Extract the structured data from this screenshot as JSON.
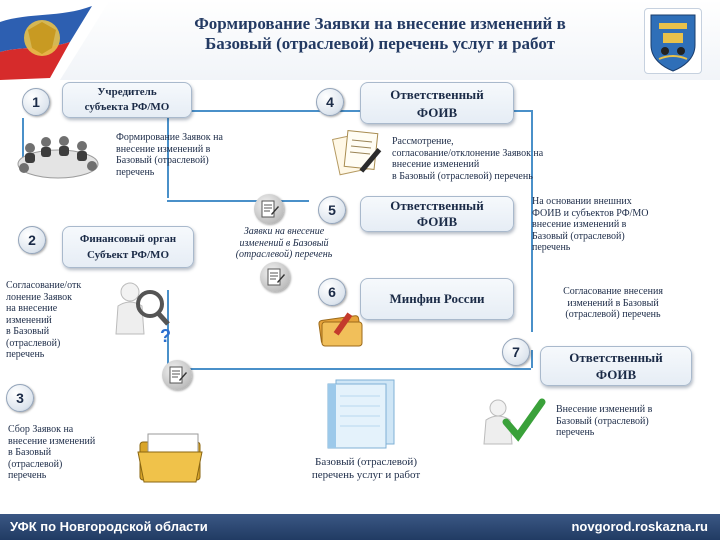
{
  "header": {
    "title_line1": "Формирование Заявки на внесение изменений в",
    "title_line2": "Базовый (отраслевой) перечень услуг и работ"
  },
  "steps": {
    "s1": "1",
    "s2": "2",
    "s3": "3",
    "s4": "4",
    "s5": "5",
    "s6": "6",
    "s7": "7"
  },
  "boxes": {
    "founder_l1": "Учредитель",
    "founder_l2": "субъекта РФ/МО",
    "foiv1_l1": "Ответственный",
    "foiv1_l2": "ФОИВ",
    "finorg_l1": "Финансовый орган",
    "finorg_l2": "Субъект РФ/МО",
    "foiv2_l1": "Ответственный",
    "foiv2_l2": "ФОИВ",
    "minfin": "Минфин России",
    "foiv3_l1": "Ответственный",
    "foiv3_l2": "ФОИВ"
  },
  "texts": {
    "form_requests": [
      "Формирование Заявок на",
      "внесение изменений в",
      "Базовый (отраслевой)",
      "перечень"
    ],
    "review": [
      "Рассмотрение,",
      "согласование/отклонение Заявок на",
      "внесение изменений",
      "в Базовый (отраслевой) перечень"
    ],
    "basis": [
      "На основании внешних",
      "ФОИВ и субъектов РФ/МО",
      "внесение изменений в",
      "Базовый (отраслевой)",
      "перечень"
    ],
    "requests_italic": [
      "Заявки на внесение",
      "изменений в Базовый",
      "(отраслевой) перечень"
    ],
    "approval_left": [
      "Согласование/отк",
      "лонение Заявок",
      "на внесение",
      "изменений",
      "в Базовый",
      "(отраслевой)",
      "перечень"
    ],
    "minfin_approval": [
      "Согласование внесения",
      "изменений в Базовый",
      "(отраслевой) перечень"
    ],
    "collect": [
      "Сбор Заявок на",
      "внесение изменений",
      "в Базовый",
      "(отраслевой)",
      "перечень"
    ],
    "base_list": [
      "Базовый (отраслевой)",
      "перечень услуг и работ"
    ],
    "apply_changes": [
      "Внесение изменений в",
      "Базовый (отраслевой)",
      "перечень"
    ]
  },
  "footer": {
    "left": "УФК по Новгородской области",
    "right": "novgorod.roskazna.ru"
  },
  "colors": {
    "accent": "#233a63",
    "connector": "#4a90c9",
    "footer": "#213b63"
  }
}
